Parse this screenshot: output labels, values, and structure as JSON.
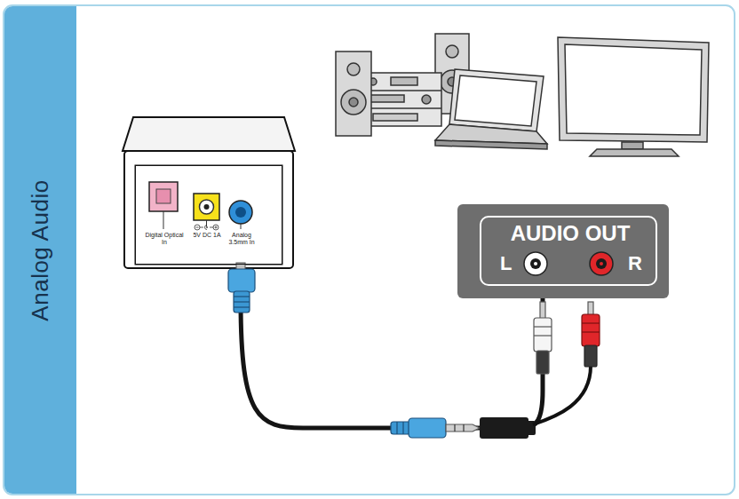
{
  "diagram": {
    "nodes": [
      {
        "text": [
          "Analog Audio"
        ]
      },
      {
        "text": [
          "Digital Optical In",
          "5V DC 1A",
          "Analog 3.5mm In"
        ]
      },
      {
        "text": [
          "AUDIO OUT"
        ]
      }
    ],
    "edges": [
      {
        "from": 1,
        "to": 2,
        "arrow": "none"
      }
    ],
    "labels": [
      "L",
      "R"
    ]
  }
}
